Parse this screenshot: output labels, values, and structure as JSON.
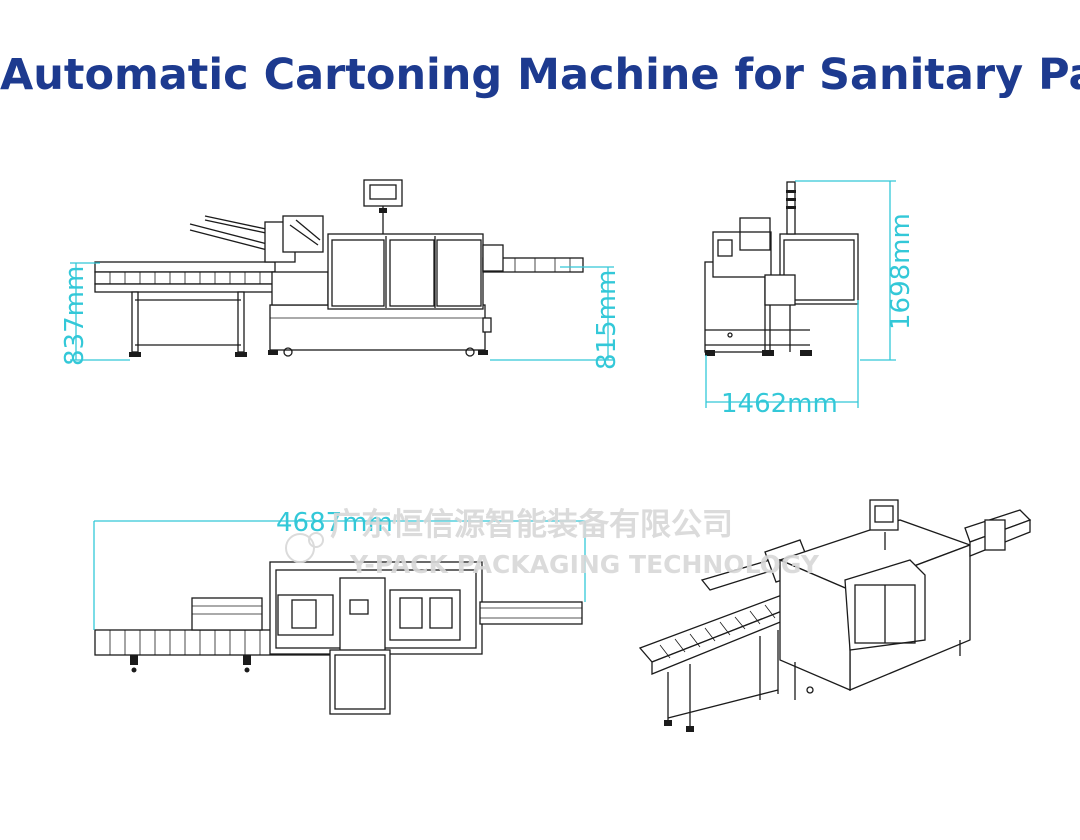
{
  "title": "Automatic Cartoning Machine for Sanitary Pad",
  "colors": {
    "title": "#1d3a8f",
    "dimension": "#33c8d8",
    "line": "#1b1b1b",
    "watermark": "#d8d8d8"
  },
  "dimensions": {
    "front_left_height": "837mm",
    "front_right_height": "815mm",
    "side_height": "1698mm",
    "side_width": "1462mm",
    "top_length": "4687mm"
  },
  "watermark": {
    "company_cn": "广东恒信源智能装备有限公司",
    "company_en": "Y-PACK PACKAGING TECHNOLOGY"
  }
}
